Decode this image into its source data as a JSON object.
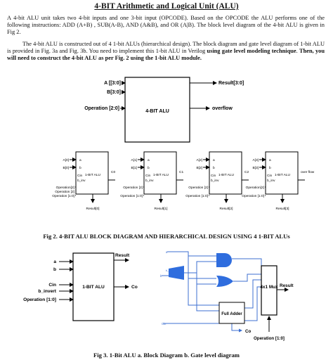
{
  "document": {
    "title": "4-BIT Arithmetic and Logical Unit (ALU)",
    "paragraph1": "A 4-bit ALU unit takes two 4-bit inputs and one 3-bit input (OPCODE). Based on the OPCODE the ALU performs one of the following instructions: ADD (A+B) , SUB(A-B), AND (A&B), and OR (A|B). The block level diagram of the 4-bit ALU is given in Fig 2.",
    "paragraph2_plain": "The 4-bit ALU is constructed out of 4 1-bit ALUs (hierarchical design). The block diagram and gate level diagram of 1-bit ALU is provided in Fig. 3a and Fig. 3b. You need to implement this 1-bit ALU in Verilog ",
    "paragraph2_bold1": "using gate level modeling technique",
    "paragraph2_mid": ". ",
    "paragraph2_bold2": "Then, you will need to construct the 4-bit ALU as per Fig. 2 using the 1-bit ALU module.",
    "fig2_caption": "Fig 2. 4-BIT ALU BLOCK DIAGRAM AND HIERARCHICAL DESIGN USING 4 1-BIT ALUs",
    "fig3_caption": "Fig 3. 1-Bit ALU a. Block Diagram b. Gate level diagram"
  },
  "fig2_top": {
    "input_a": "A [[3:0]",
    "input_b": "B[3:0]",
    "opcode": "Operation [2:0]",
    "block": "4-BIT ALU",
    "result": "Result[3:0]",
    "overflow": "overflow"
  },
  "fig2_chain": {
    "block_label": "1-BIT ALU",
    "pin_a": "a",
    "pin_b": "b",
    "pin_cin": "Cin",
    "pin_binv": "b_inv",
    "units": [
      {
        "a": "A[0]",
        "b": "B[0]",
        "op2": "Operation[2]",
        "op2b": "Operation [2]",
        "op10": "Operation [1:0]",
        "result": "Result[0]",
        "carry": "C0"
      },
      {
        "a": "A[1]",
        "b": "B[1]",
        "op2": "Operation [2]",
        "op10": "Operation [1:0]",
        "result": "Result[1]",
        "carry": "C1"
      },
      {
        "a": "A[2]",
        "b": "B[2]",
        "op2": "Operation [2]",
        "op10": "Operation [1:0]",
        "result": "Result[2]",
        "carry": "C2"
      },
      {
        "a": "A[3]",
        "b": "B[3]",
        "op2": "Operation[2]",
        "op10": "Operation [1:0]",
        "result": "Result[3]",
        "carry": "over flow"
      }
    ]
  },
  "fig3a": {
    "in_a": "a",
    "in_b": "b",
    "in_cin": "Cin",
    "in_binvert": "b_invert",
    "in_op": "Operation [1:0]",
    "block": "1-BIT ALU",
    "result": "Result",
    "co": "Co"
  },
  "fig3b": {
    "binvert": "b_invert",
    "a": "a",
    "b": "b",
    "cin": "Cin",
    "full_adder": "Full Adder",
    "mux": "4x1 Mux",
    "result": "Result",
    "co": "Co",
    "operation": "Operation [1:0]"
  },
  "colors": {
    "wire_blue": "#3c6fd0",
    "gate_blue": "#2f6dde",
    "ink": "#000000"
  }
}
